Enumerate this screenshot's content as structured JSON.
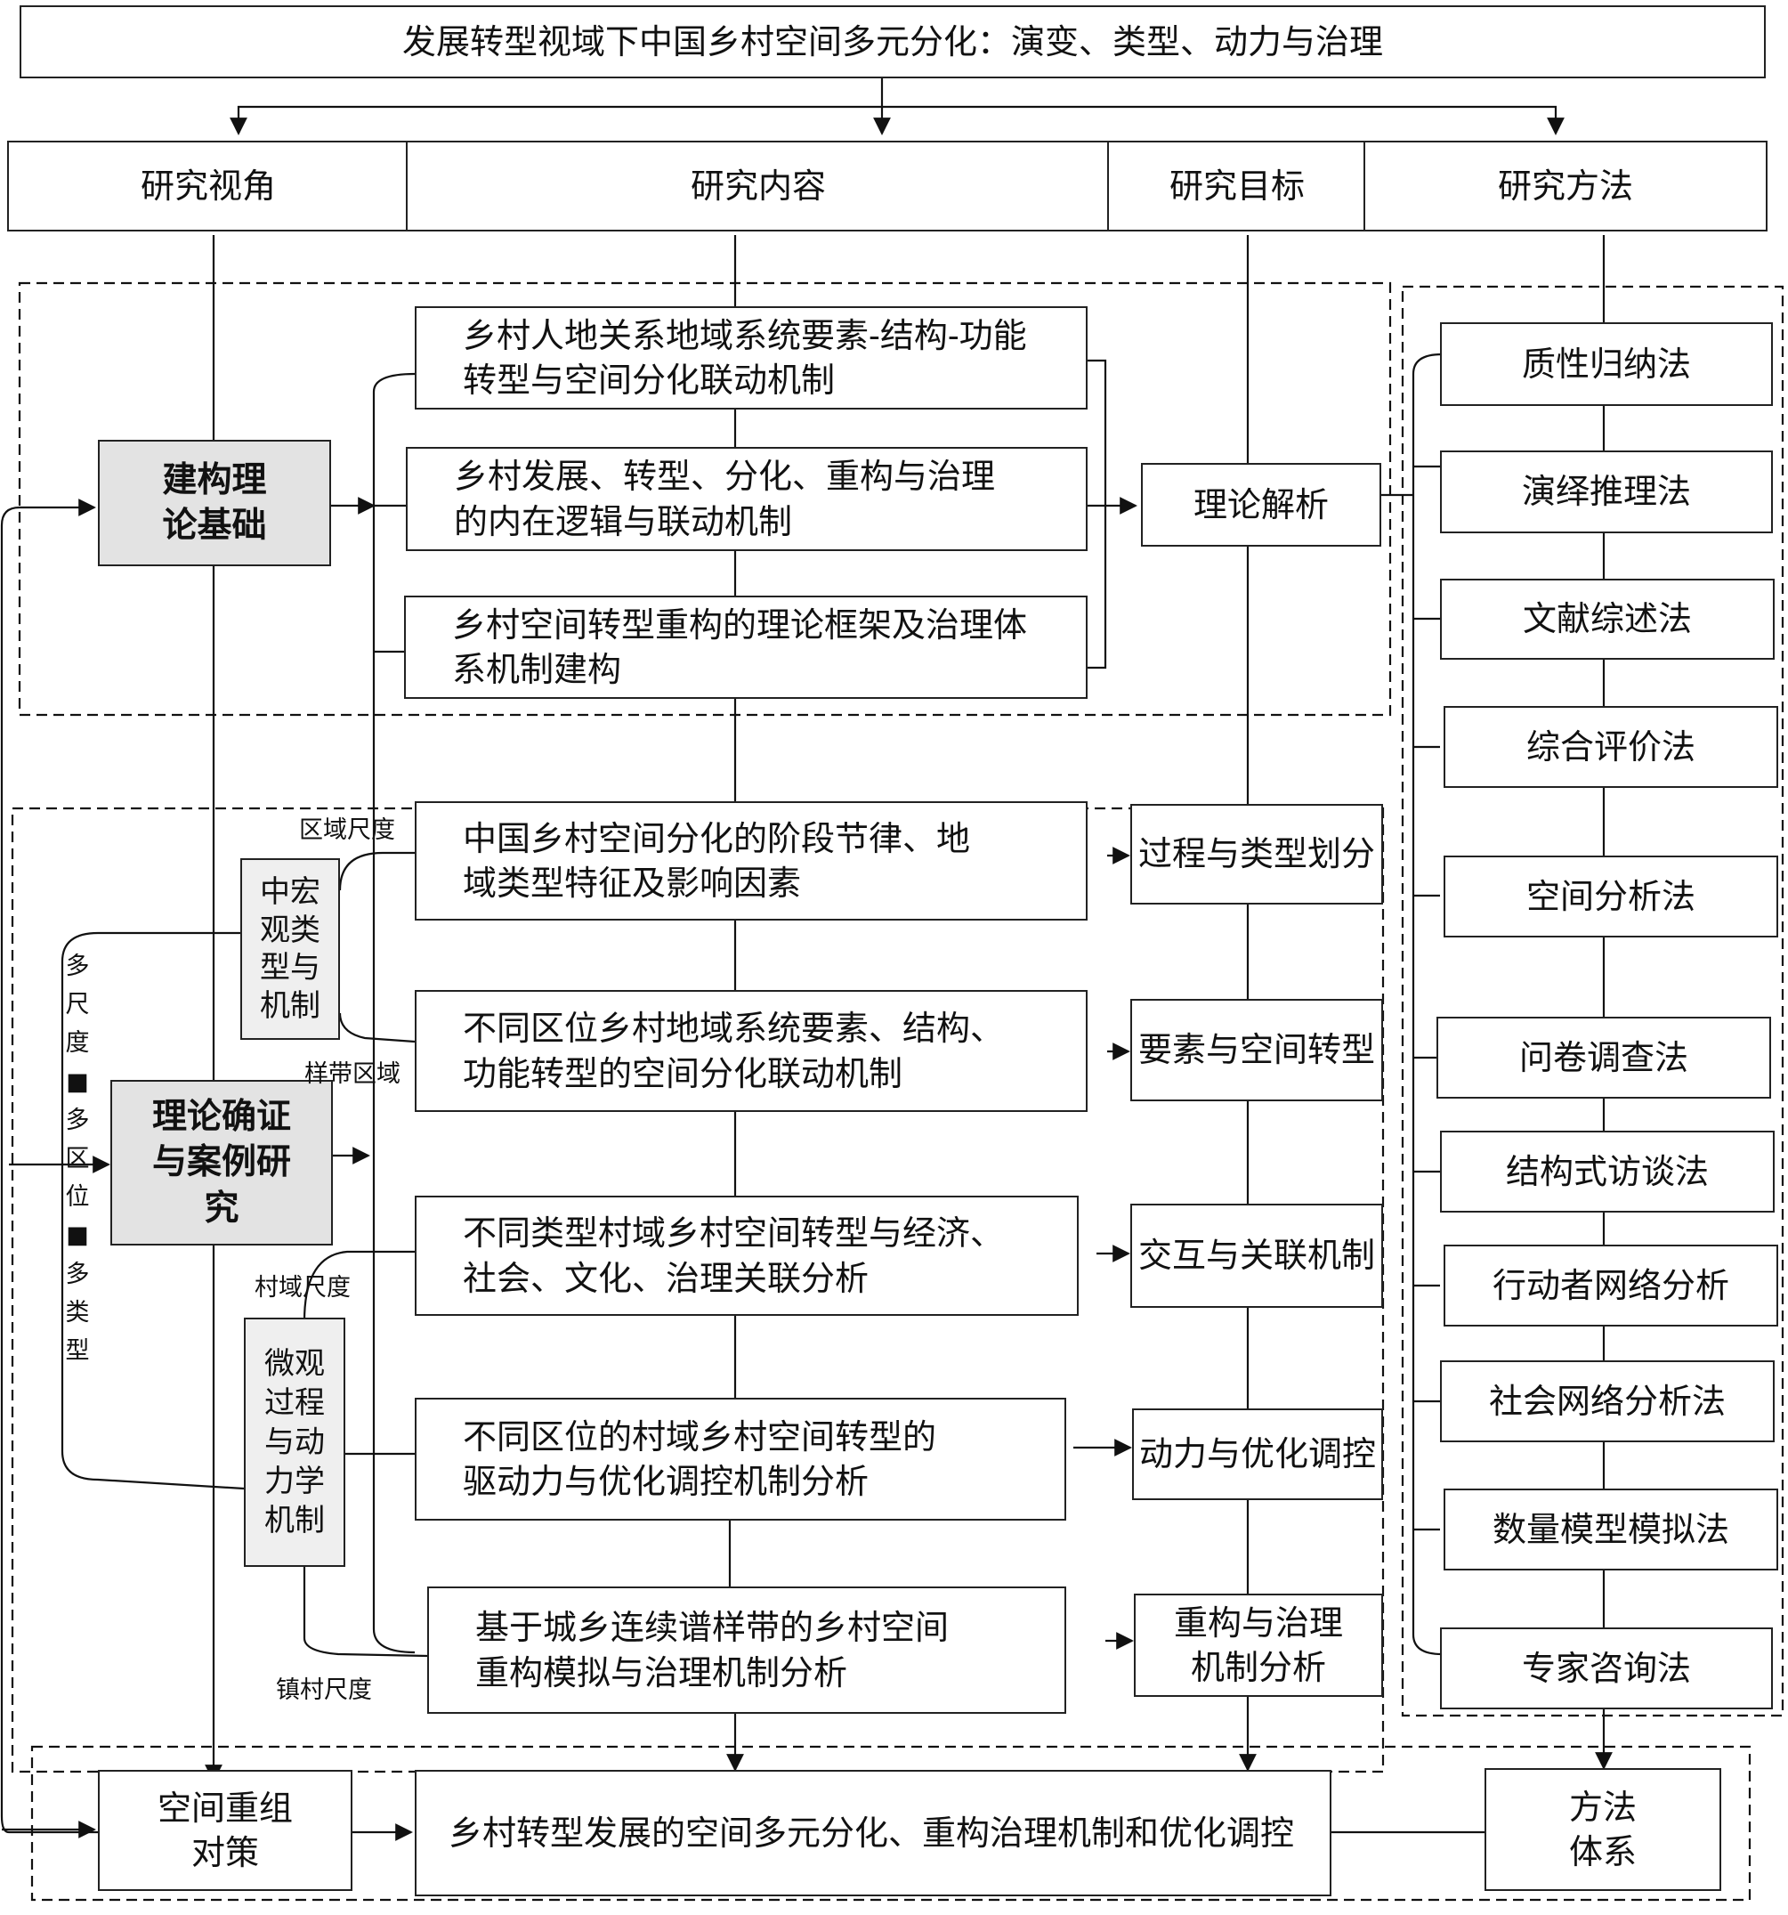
{
  "title": "发展转型视域下中国乡村空间多元分化：演变、类型、动力与治理",
  "headers": [
    "研究视角",
    "研究内容",
    "研究目标",
    "研究方法"
  ],
  "perspective": {
    "theory_base": "建构理论基础",
    "case_study": "理论确证与案例研究",
    "macro": "中宏观类型与机制",
    "micro": "微观过程与动力学机制",
    "side_label_chars": [
      "多",
      "尺",
      "度",
      "■",
      "多",
      "区",
      "位",
      "■",
      "多",
      "类",
      "型"
    ]
  },
  "scale_labels": {
    "regional": "区域尺度",
    "transect": "样带区域",
    "village_domain": "村域尺度",
    "town_village": "镇村尺度"
  },
  "contents_theory": [
    "乡村人地关系地域系统要素-结构-功能转型与空间分化联动机制",
    "乡村发展、转型、分化、重构与治理的内在逻辑与联动机制",
    "乡村空间转型重构的理论框架及治理体系机制建构"
  ],
  "contents_case": [
    "中国乡村空间分化的阶段节律、地域类型特征及影响因素",
    "不同区位乡村地域系统要素、结构、功能转型的空间分化联动机制",
    "不同类型村域乡村空间转型与经济、社会、文化、治理关联分析",
    "不同区位的村域乡村空间转型的驱动力与优化调控机制分析",
    "基于城乡连续谱样带的乡村空间重构模拟与治理机制分析"
  ],
  "targets": {
    "theory": "理论解析",
    "case": [
      "过程与类型划分",
      "要素与空间转型",
      "交互与关联机制",
      "动力与优化调控",
      "重构与治理机制分析"
    ]
  },
  "methods": [
    "质性归纳法",
    "演绎推理法",
    "文献综述法",
    "综合评价法",
    "空间分析法",
    "问卷调查法",
    "结构式访谈法",
    "行动者网络分析",
    "社会网络分析法",
    "数量模型模拟法",
    "专家咨询法"
  ],
  "bottom": {
    "strategy": "空间重组对策",
    "outcome": "乡村转型发展的空间多元分化、重构治理机制和优化调控",
    "method_system": "方法体系"
  }
}
